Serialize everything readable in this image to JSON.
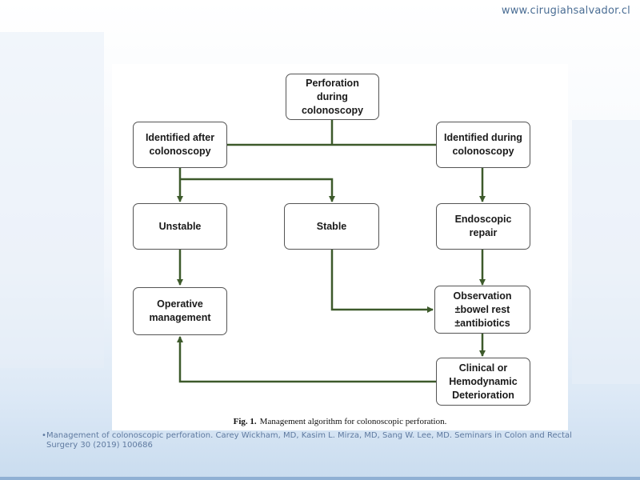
{
  "header": {
    "site_url": "www.cirugiahsalvador.cl"
  },
  "figure": {
    "nodes": {
      "perforation": "Perforation\nduring\ncolonoscopy",
      "identified_after": "Identified after\ncolonoscopy",
      "identified_during": "Identified during\ncolonoscopy",
      "unstable": "Unstable",
      "stable": "Stable",
      "endoscopic_repair": "Endoscopic\nrepair",
      "operative_management": "Operative\nmanagement",
      "observation": "Observation\n±bowel rest\n±antibiotics",
      "deterioration": "Clinical or\nHemodynamic\nDeterioration"
    },
    "caption_label": "Fig. 1.",
    "caption_text": "Management algorithm for colonoscopic perforation."
  },
  "reference": {
    "bullet": "•",
    "text": "Management of colonoscopic perforation. Carey Wickham, MD, Kasim L. Mirza, MD, Sang W. Lee, MD. Seminars in Colon and Rectal Surgery 30 (2019) 100686"
  },
  "colors": {
    "arrow": "#3d5a2b",
    "box_border": "#555555",
    "reference_text": "#5f7aa0"
  }
}
